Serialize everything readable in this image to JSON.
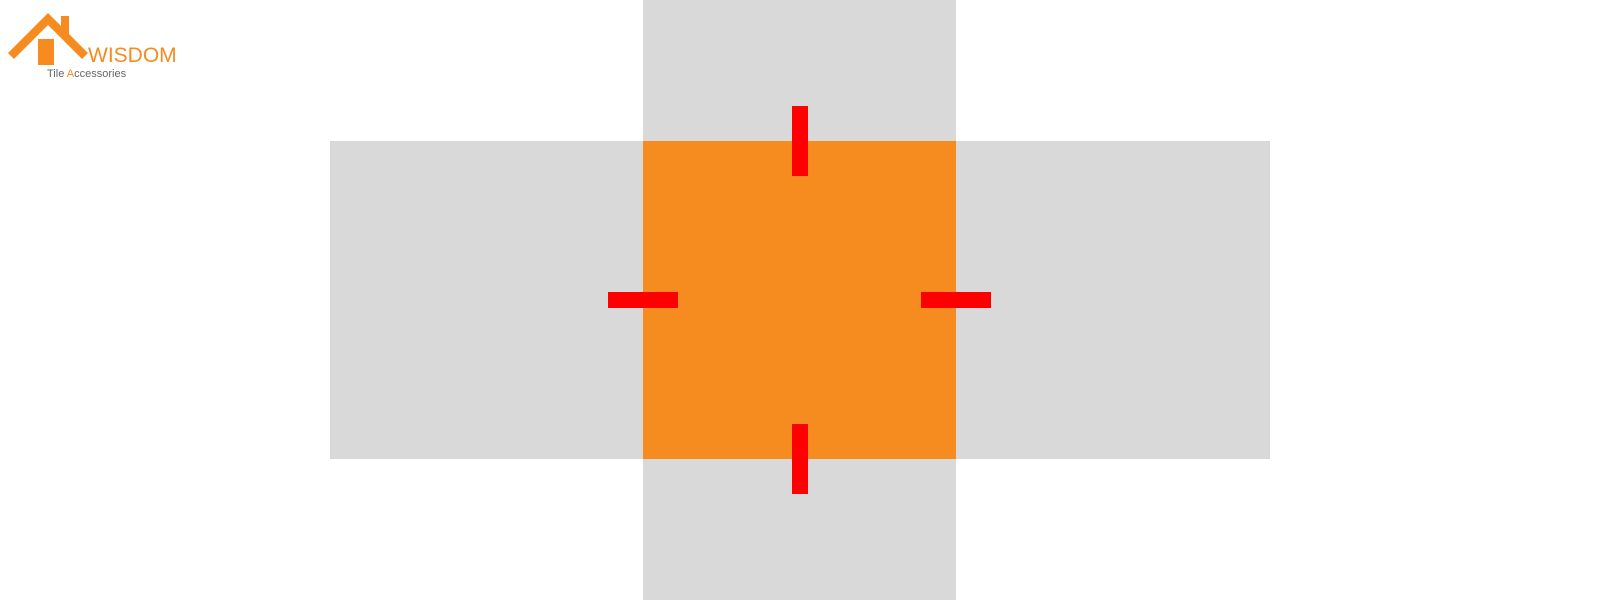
{
  "logo": {
    "name": "WISDOM",
    "tagline": "Tile Accessories",
    "tagline_first": "Tile ",
    "tagline_mark": "A",
    "tagline_rest": "ccessories",
    "icon": "house-roof-icon"
  },
  "diagram": {
    "description_icons": [
      "center-tile",
      "arm-tile",
      "tile-spacer-marker"
    ],
    "colors": {
      "center_tile": "#f68b1f",
      "surrounding_tile": "#d9d9d9",
      "spacer": "#ff0000",
      "background": "#ffffff",
      "logo_accent": "#f68b1f",
      "logo_text_gray": "#666666"
    },
    "spacer_count": 4
  }
}
